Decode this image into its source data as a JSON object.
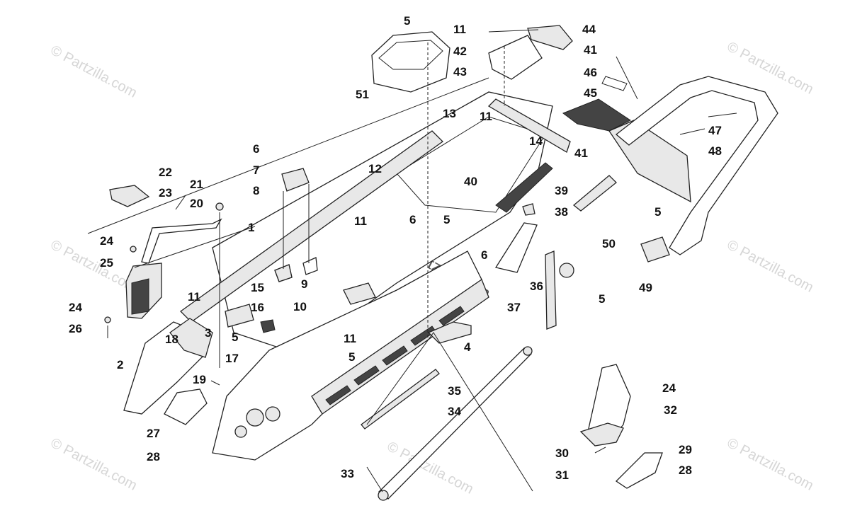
{
  "diagram": {
    "watermark_text": "© Partzilla.com",
    "callouts": [
      "1",
      "2",
      "3",
      "4",
      "5",
      "6",
      "7",
      "8",
      "9",
      "10",
      "11",
      "12",
      "13",
      "14",
      "15",
      "16",
      "17",
      "18",
      "19",
      "20",
      "21",
      "22",
      "23",
      "24",
      "25",
      "26",
      "27",
      "28",
      "29",
      "30",
      "31",
      "32",
      "33",
      "34",
      "35",
      "36",
      "37",
      "38",
      "39",
      "40",
      "41",
      "42",
      "43",
      "44",
      "45",
      "46",
      "47",
      "48",
      "49",
      "50",
      "51"
    ]
  }
}
